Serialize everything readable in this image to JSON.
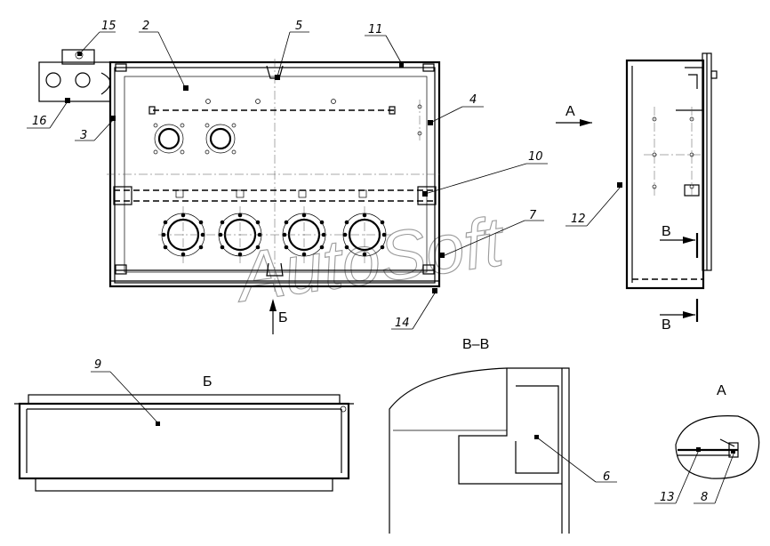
{
  "watermark": "AutoSoft",
  "view_labels": {
    "arrow_a": "А",
    "arrow_b": "Б",
    "arrow_v_top": "В",
    "arrow_v_bottom": "В",
    "view_b_title": "Б",
    "section_v_title": "В–В",
    "detail_a_title": "А"
  },
  "callouts": [
    "15",
    "2",
    "5",
    "11",
    "16",
    "3",
    "4",
    "10",
    "7",
    "14",
    "12",
    "9",
    "6",
    "13",
    "8"
  ]
}
